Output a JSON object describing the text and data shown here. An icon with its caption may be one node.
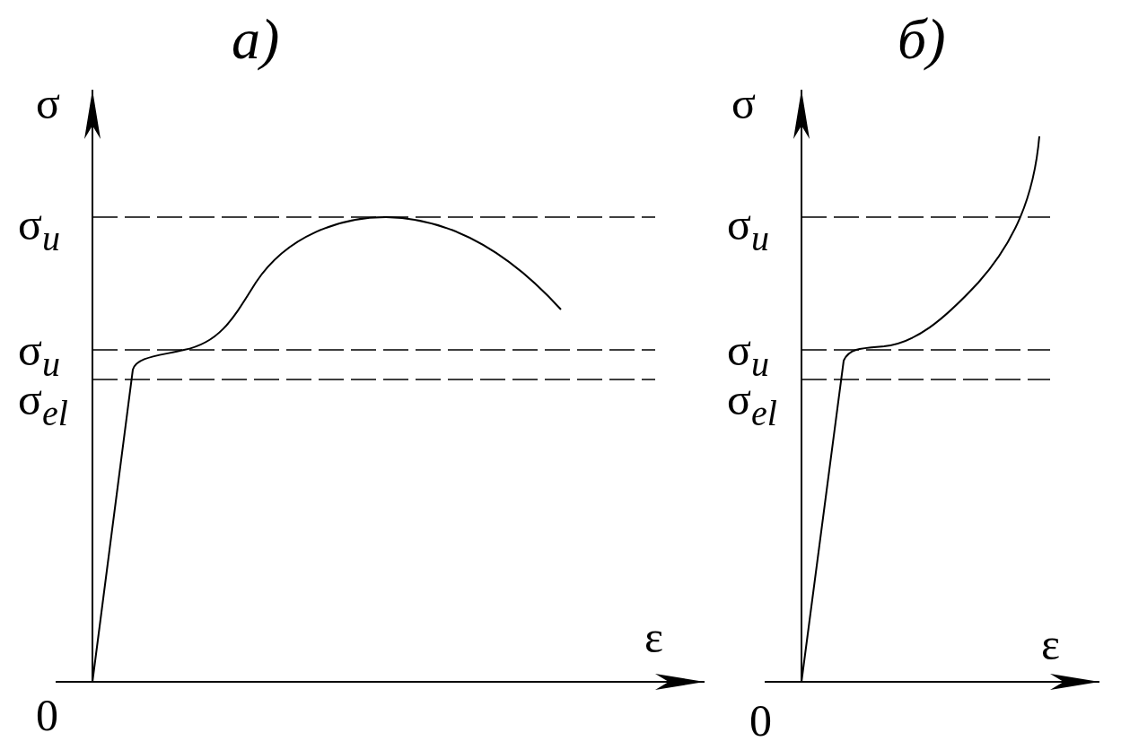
{
  "diagram": {
    "labels": [
      "а)",
      "б)",
      "σ",
      "σ",
      "σ$_{u}$",
      "σ$_{u}$",
      "σ$_{u}$",
      "σ$_{u}$",
      "σ$_{el}$",
      "σ$_{el}$",
      "ε",
      "ε",
      "0",
      "0"
    ]
  }
}
